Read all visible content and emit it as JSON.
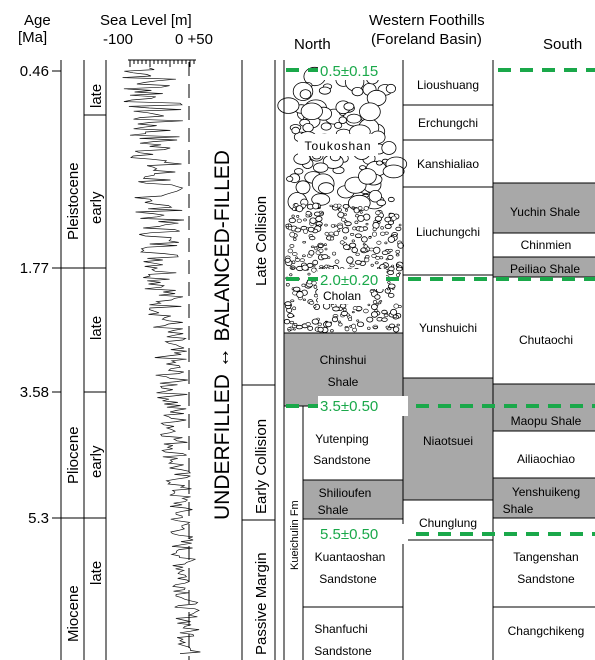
{
  "header": {
    "age_label": "Age",
    "age_unit": "[Ma]",
    "sea_level_label": "Sea Level [m]",
    "sea_level_ticks": [
      "-100",
      "0 +50"
    ],
    "basin_title_line1": "Western Foothills",
    "basin_title_line2": "(Foreland Basin)",
    "north_label": "North",
    "south_label": "South"
  },
  "age_ticks": [
    "0.46",
    "1.77",
    "3.58",
    "5.3"
  ],
  "epochs": {
    "pleistocene": "Pleistocene",
    "pliocene": "Pliocene",
    "miocene": "Miocene",
    "late": "late",
    "early": "early"
  },
  "basin_fill_label": "UNDERFILLED ↔ BALANCED-FILLED",
  "tectonic_phases": [
    "Late Collision",
    "Early Collision",
    "Passive Margin"
  ],
  "kueichulin_label": "Kueichulin Fm",
  "north_units": {
    "toukoshan": "Toukoshan",
    "cholan": "Cholan",
    "chinshui_1": "Chinshui",
    "chinshui_2": "Shale",
    "yutenping_1": "Yutenping",
    "yutenping_2": "Sandstone",
    "shilioufen_1": "Shilioufen",
    "shilioufen_2": "Shale",
    "kuantaoshan_1": "Kuantaoshan",
    "kuantaoshan_2": "Sandstone",
    "shanfuchi_1": "Shanfuchi",
    "shanfuchi_2": "Sandstone"
  },
  "central_units": {
    "lioushuang": "Lioushuang",
    "erchungchi": "Erchungchi",
    "kanshialiao": "Kanshialiao",
    "liuchungchi": "Liuchungchi",
    "yunshuichi": "Yunshuichi",
    "niaotsuei": "Niaotsuei",
    "chunglung": "Chunglung"
  },
  "south_units": {
    "yuchin": "Yuchin Shale",
    "chinmien": "Chinmien",
    "peiliao": "Peiliao Shale",
    "chutaochi": "Chutaochi",
    "maopu": "Maopu Shale",
    "ailiaochiao": "Ailiaochiao",
    "yenshuikeng_1": "Yenshuikeng",
    "yenshuikeng_2": "Shale",
    "tangenshan_1": "Tangenshan",
    "tangenshan_2": "Sandstone",
    "changchikeng": "Changchikeng"
  },
  "diachronous_ages": [
    "0.5±0.15",
    "2.0±0.20",
    "3.5±0.50",
    "5.5±0.50"
  ],
  "colors": {
    "shale_fill": "#a8a8a8",
    "marker_green": "#1aa84a",
    "line": "#000000"
  }
}
